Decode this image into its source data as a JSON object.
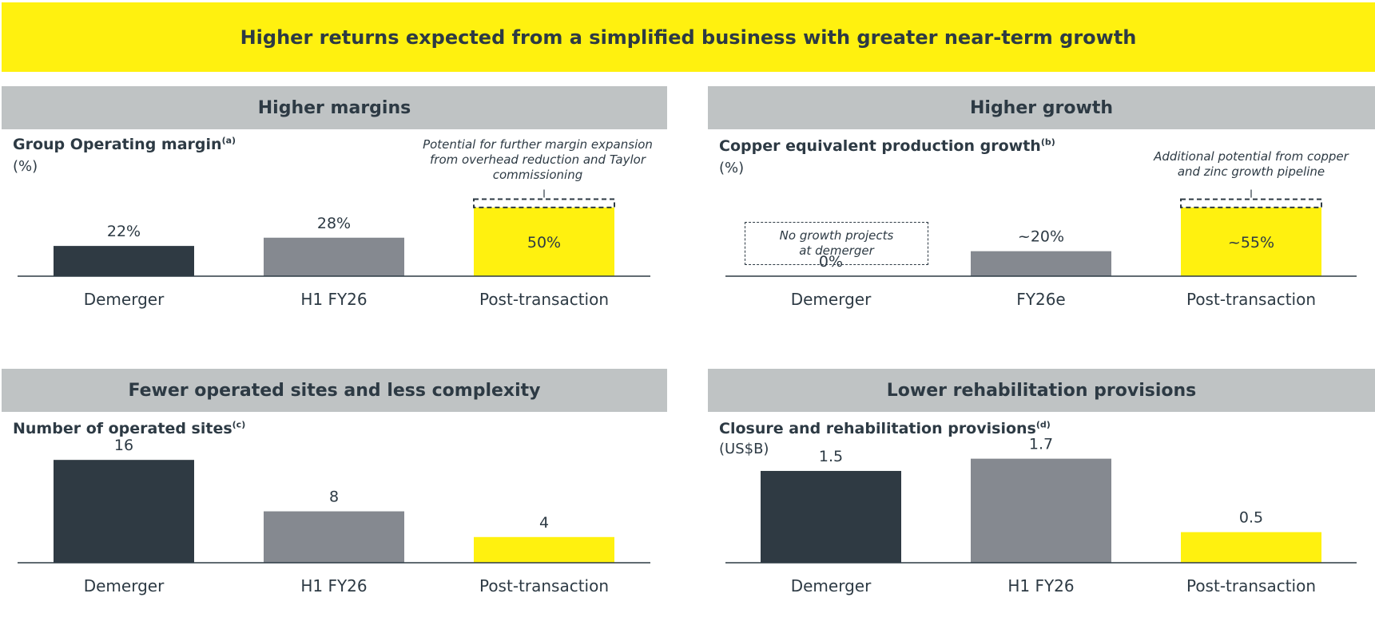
{
  "banner": {
    "title": "Higher returns expected from a simplified business with greater near-term growth"
  },
  "colors": {
    "banner": "#fff10f",
    "header": "#bfc3c4",
    "dark": "#2f3a43",
    "grey": "#858990",
    "yellow": "#fff10f",
    "text": "#2d3a44"
  },
  "panels": {
    "margins": {
      "header": "Higher margins",
      "subtitle": "Group Operating margin",
      "footnote": "(a)",
      "unit": "(%)",
      "annotation": "Potential for further margin expansion from overhead reduction and Taylor commissioning"
    },
    "growth": {
      "header": "Higher growth",
      "subtitle": "Copper equivalent production growth",
      "footnote": "(b)",
      "unit": "(%)",
      "annotation": "Additional potential from copper and zinc growth pipeline",
      "note_box": "No growth projects at demerger"
    },
    "sites": {
      "header": "Fewer operated sites and less complexity",
      "subtitle": "Number of operated sites",
      "footnote": "(c)"
    },
    "provisions": {
      "header": "Lower rehabilitation provisions",
      "subtitle": "Closure and rehabilitation provisions",
      "footnote": "(d)",
      "unit": "(US$B)"
    }
  },
  "chart_data": [
    {
      "id": "margins",
      "type": "bar",
      "categories": [
        "Demerger",
        "H1 FY26",
        "Post-transaction"
      ],
      "values": [
        22,
        28,
        50
      ],
      "labels": [
        "22%",
        "28%",
        "50%"
      ],
      "potential_extension": 11,
      "colors": [
        "#2f3a43",
        "#858990",
        "#fff10f"
      ],
      "title": "Group Operating margin",
      "ylabel": "(%)",
      "ylim": [
        0,
        70
      ]
    },
    {
      "id": "growth",
      "type": "bar",
      "categories": [
        "Demerger",
        "FY26e",
        "Post-transaction"
      ],
      "values": [
        0,
        20,
        55
      ],
      "labels": [
        "0%",
        "~20%",
        "~55%"
      ],
      "potential_extension": 12,
      "colors": [
        "#2f3a43",
        "#858990",
        "#fff10f"
      ],
      "title": "Copper equivalent production growth",
      "ylabel": "(%)",
      "ylim": [
        0,
        77
      ]
    },
    {
      "id": "sites",
      "type": "bar",
      "categories": [
        "Demerger",
        "H1 FY26",
        "Post-transaction"
      ],
      "values": [
        16,
        8,
        4
      ],
      "labels": [
        "16",
        "8",
        "4"
      ],
      "colors": [
        "#2f3a43",
        "#858990",
        "#fff10f"
      ],
      "title": "Number of operated sites",
      "ylim": [
        0,
        20
      ]
    },
    {
      "id": "provisions",
      "type": "bar",
      "categories": [
        "Demerger",
        "H1 FY26",
        "Post-transaction"
      ],
      "values": [
        1.5,
        1.7,
        0.5
      ],
      "labels": [
        "1.5",
        "1.7",
        "0.5"
      ],
      "colors": [
        "#2f3a43",
        "#858990",
        "#fff10f"
      ],
      "title": "Closure and rehabilitation provisions",
      "ylabel": "(US$B)",
      "ylim": [
        0,
        2.1
      ]
    }
  ]
}
